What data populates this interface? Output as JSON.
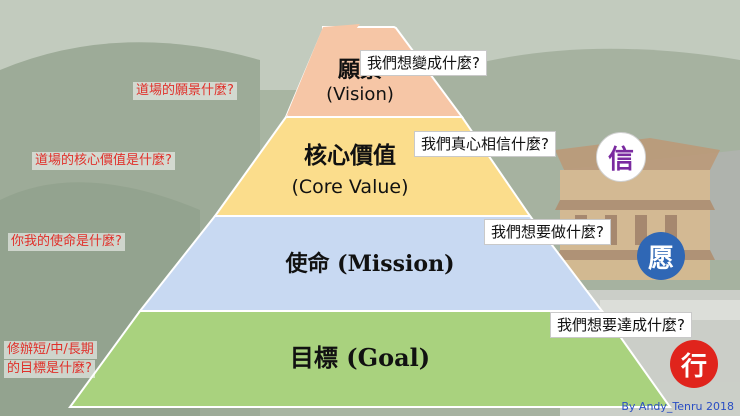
{
  "pyramid": {
    "tiers": [
      {
        "title": "願景",
        "subtitle": "(Vision)",
        "color": "#f6c6a6"
      },
      {
        "title": "核心價值",
        "subtitle": "(Core Value)",
        "color": "#fbdd8c"
      },
      {
        "title": "使命 (Mission)",
        "color": "#c8d9f2"
      },
      {
        "title": "目標 (Goal)",
        "color": "#a9d27e"
      }
    ]
  },
  "right_questions": [
    "我們想變成什麼?",
    "我們真心相信什麼?",
    "我們想要做什麼?",
    "我們想要達成什麼?"
  ],
  "left_questions": [
    "道場的願景什麼?",
    "道場的核心價值是什麼?",
    "你我的使命是什麼?",
    "修辦短/中/長期",
    "的目標是什麼?"
  ],
  "badges": [
    {
      "char": "信",
      "bg": "#ffffff",
      "fg": "#7a2aa0"
    },
    {
      "char": "愿",
      "bg": "#2f67b5",
      "fg": "#ffffff"
    },
    {
      "char": "行",
      "bg": "#e0241c",
      "fg": "#ffffff"
    }
  ],
  "credit": "By Andy_Tenru 2018"
}
